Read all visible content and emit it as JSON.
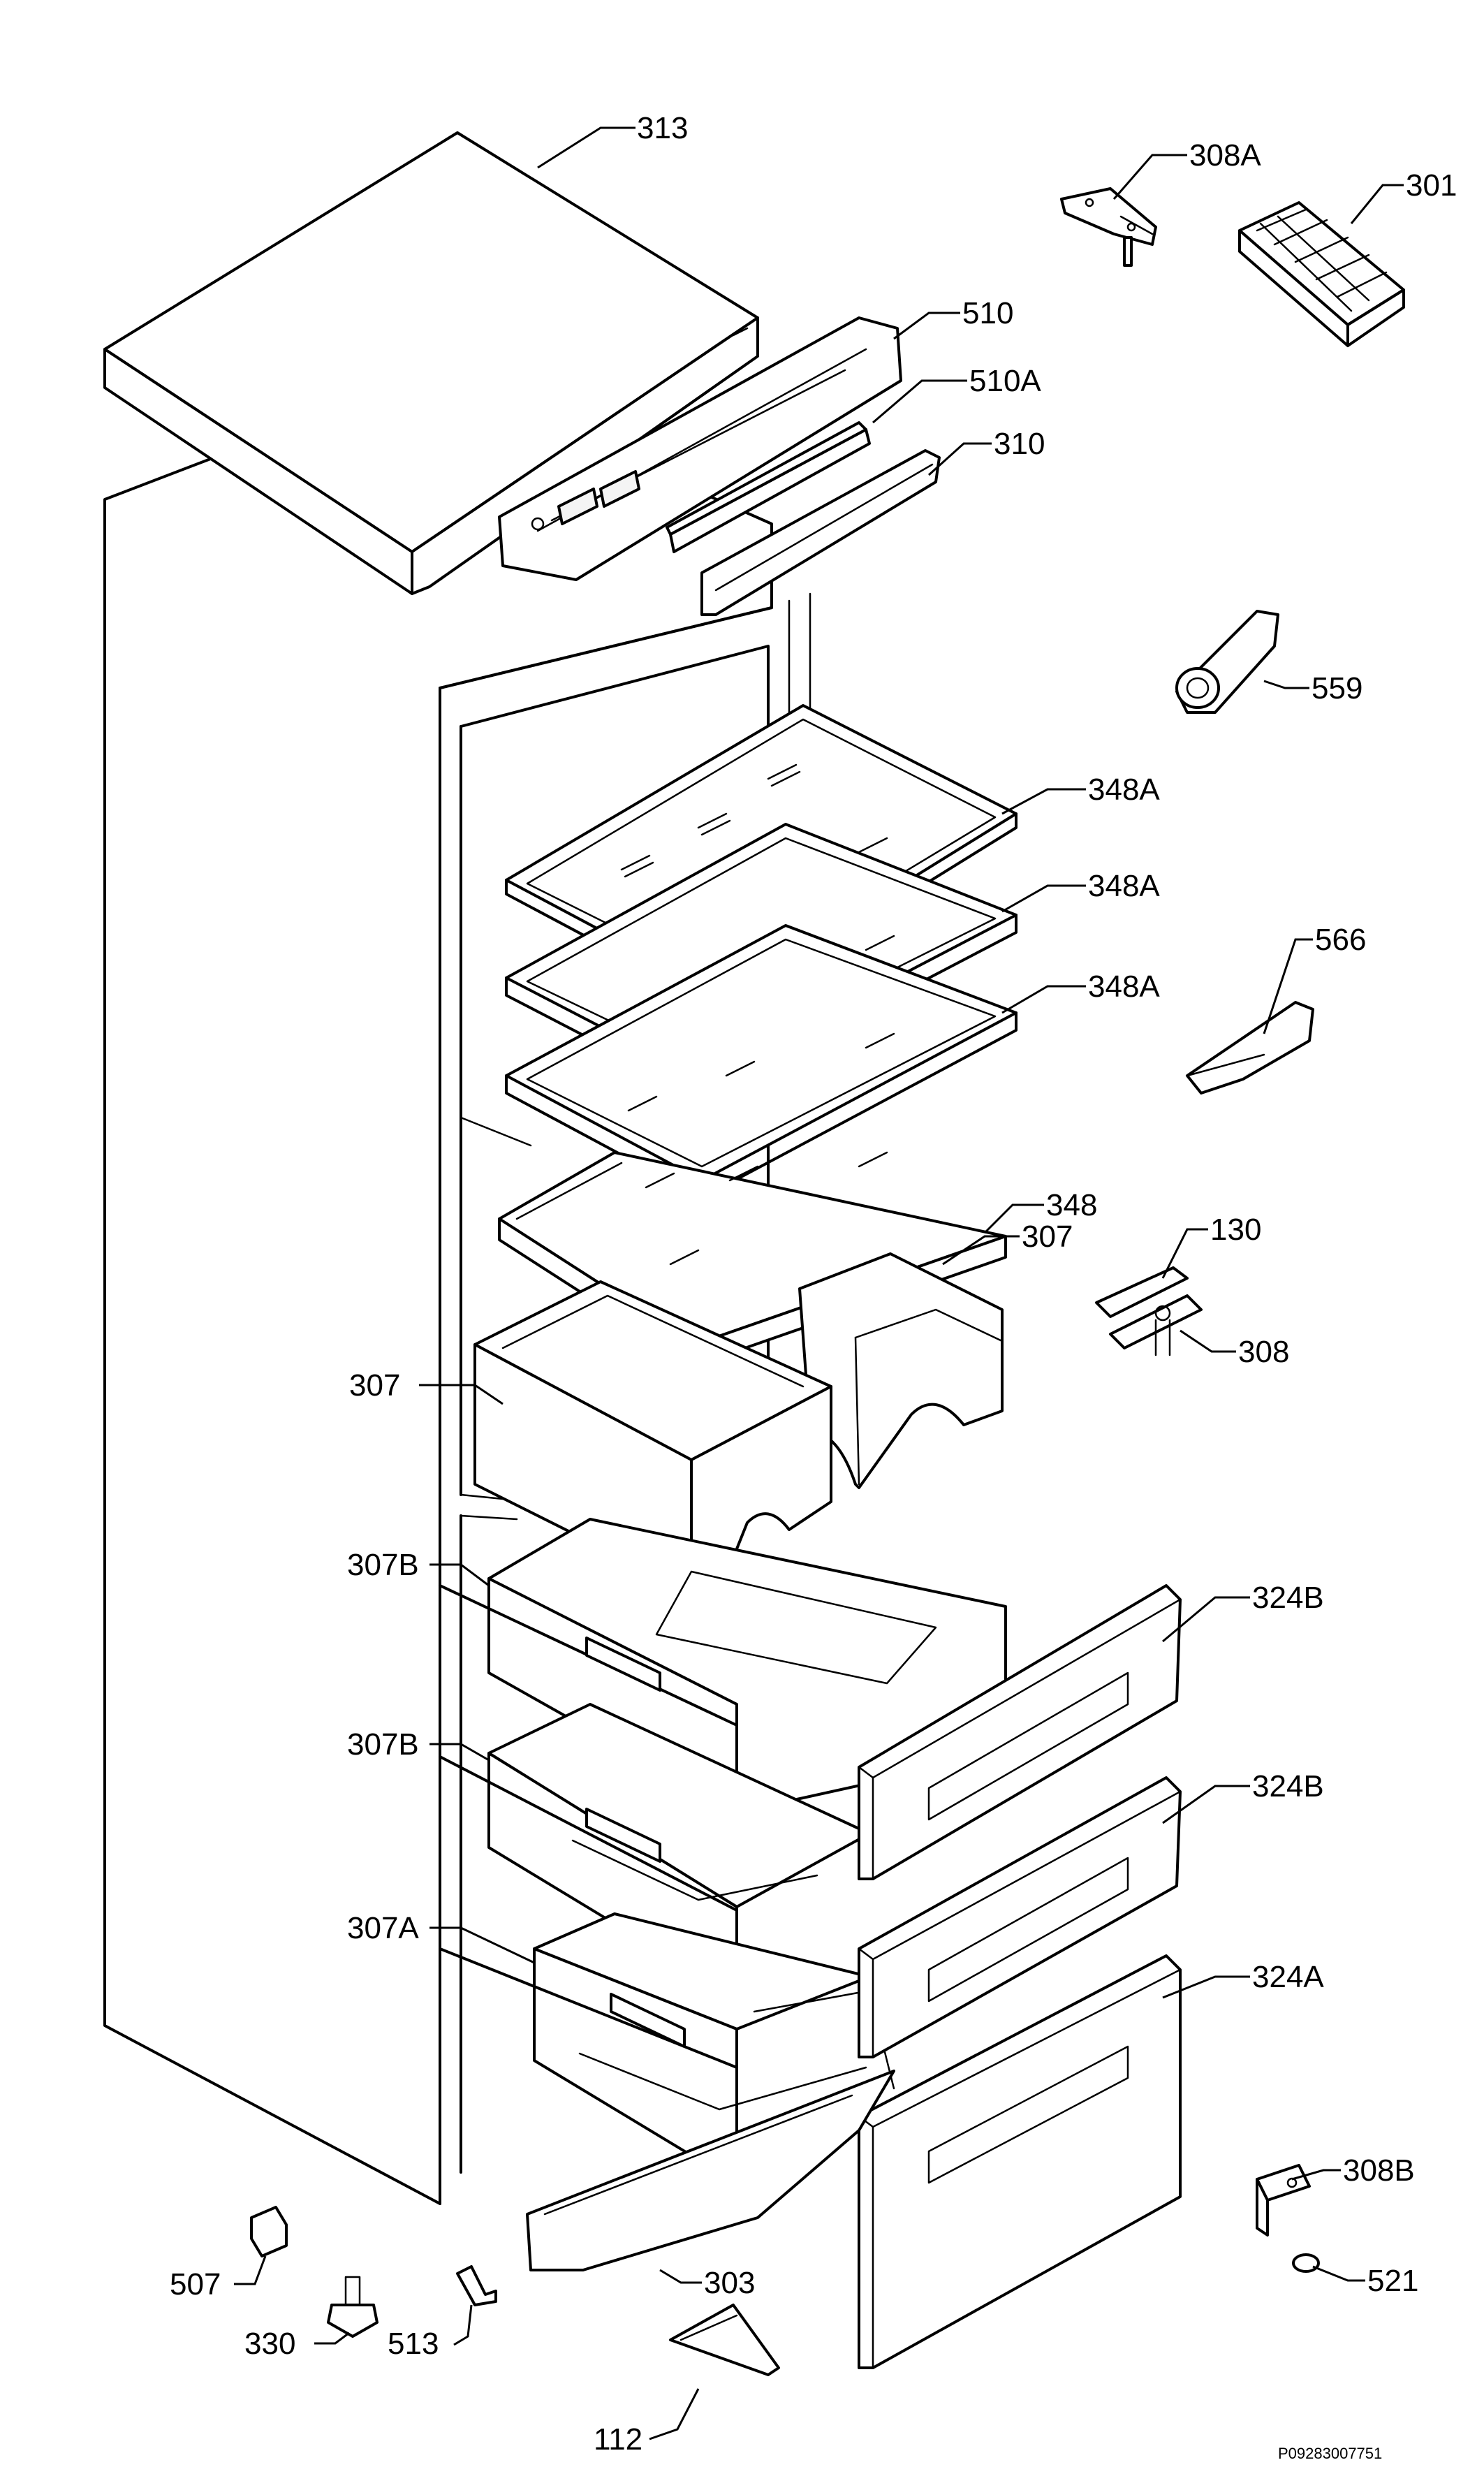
{
  "diagram": {
    "drawing_code": "P09283007751",
    "parts": {
      "p313": "313",
      "p308A": "308A",
      "p301": "301",
      "p510": "510",
      "p510A": "510A",
      "p310": "310",
      "p559": "559",
      "p348A_1": "348A",
      "p348A_2": "348A",
      "p348A_3": "348A",
      "p566": "566",
      "p348": "348",
      "p307_right": "307",
      "p130": "130",
      "p308": "308",
      "p307_left": "307",
      "p307B_1": "307B",
      "p324B_1": "324B",
      "p307B_2": "307B",
      "p324B_2": "324B",
      "p307A": "307A",
      "p324A": "324A",
      "p308B": "308B",
      "p507": "507",
      "p521": "521",
      "p330": "330",
      "p513": "513",
      "p303": "303",
      "p112": "112"
    }
  }
}
